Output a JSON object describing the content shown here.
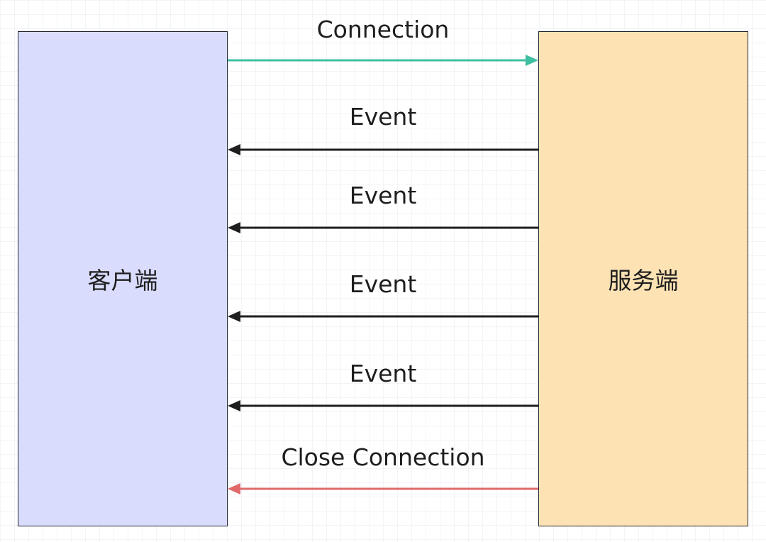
{
  "client": {
    "label": "客户端",
    "fill": "#d9dcfc"
  },
  "server": {
    "label": "服务端",
    "fill": "#fde2b4"
  },
  "messages": [
    {
      "label": "Connection",
      "direction": "client-to-server",
      "color": "#3fbfa2"
    },
    {
      "label": "Event",
      "direction": "server-to-client",
      "color": "#1e1e1e"
    },
    {
      "label": "Event",
      "direction": "server-to-client",
      "color": "#1e1e1e"
    },
    {
      "label": "Event",
      "direction": "server-to-client",
      "color": "#1e1e1e"
    },
    {
      "label": "Event",
      "direction": "server-to-client",
      "color": "#1e1e1e"
    },
    {
      "label": "Close Connection",
      "direction": "server-to-client",
      "color": "#e06a6a"
    }
  ]
}
